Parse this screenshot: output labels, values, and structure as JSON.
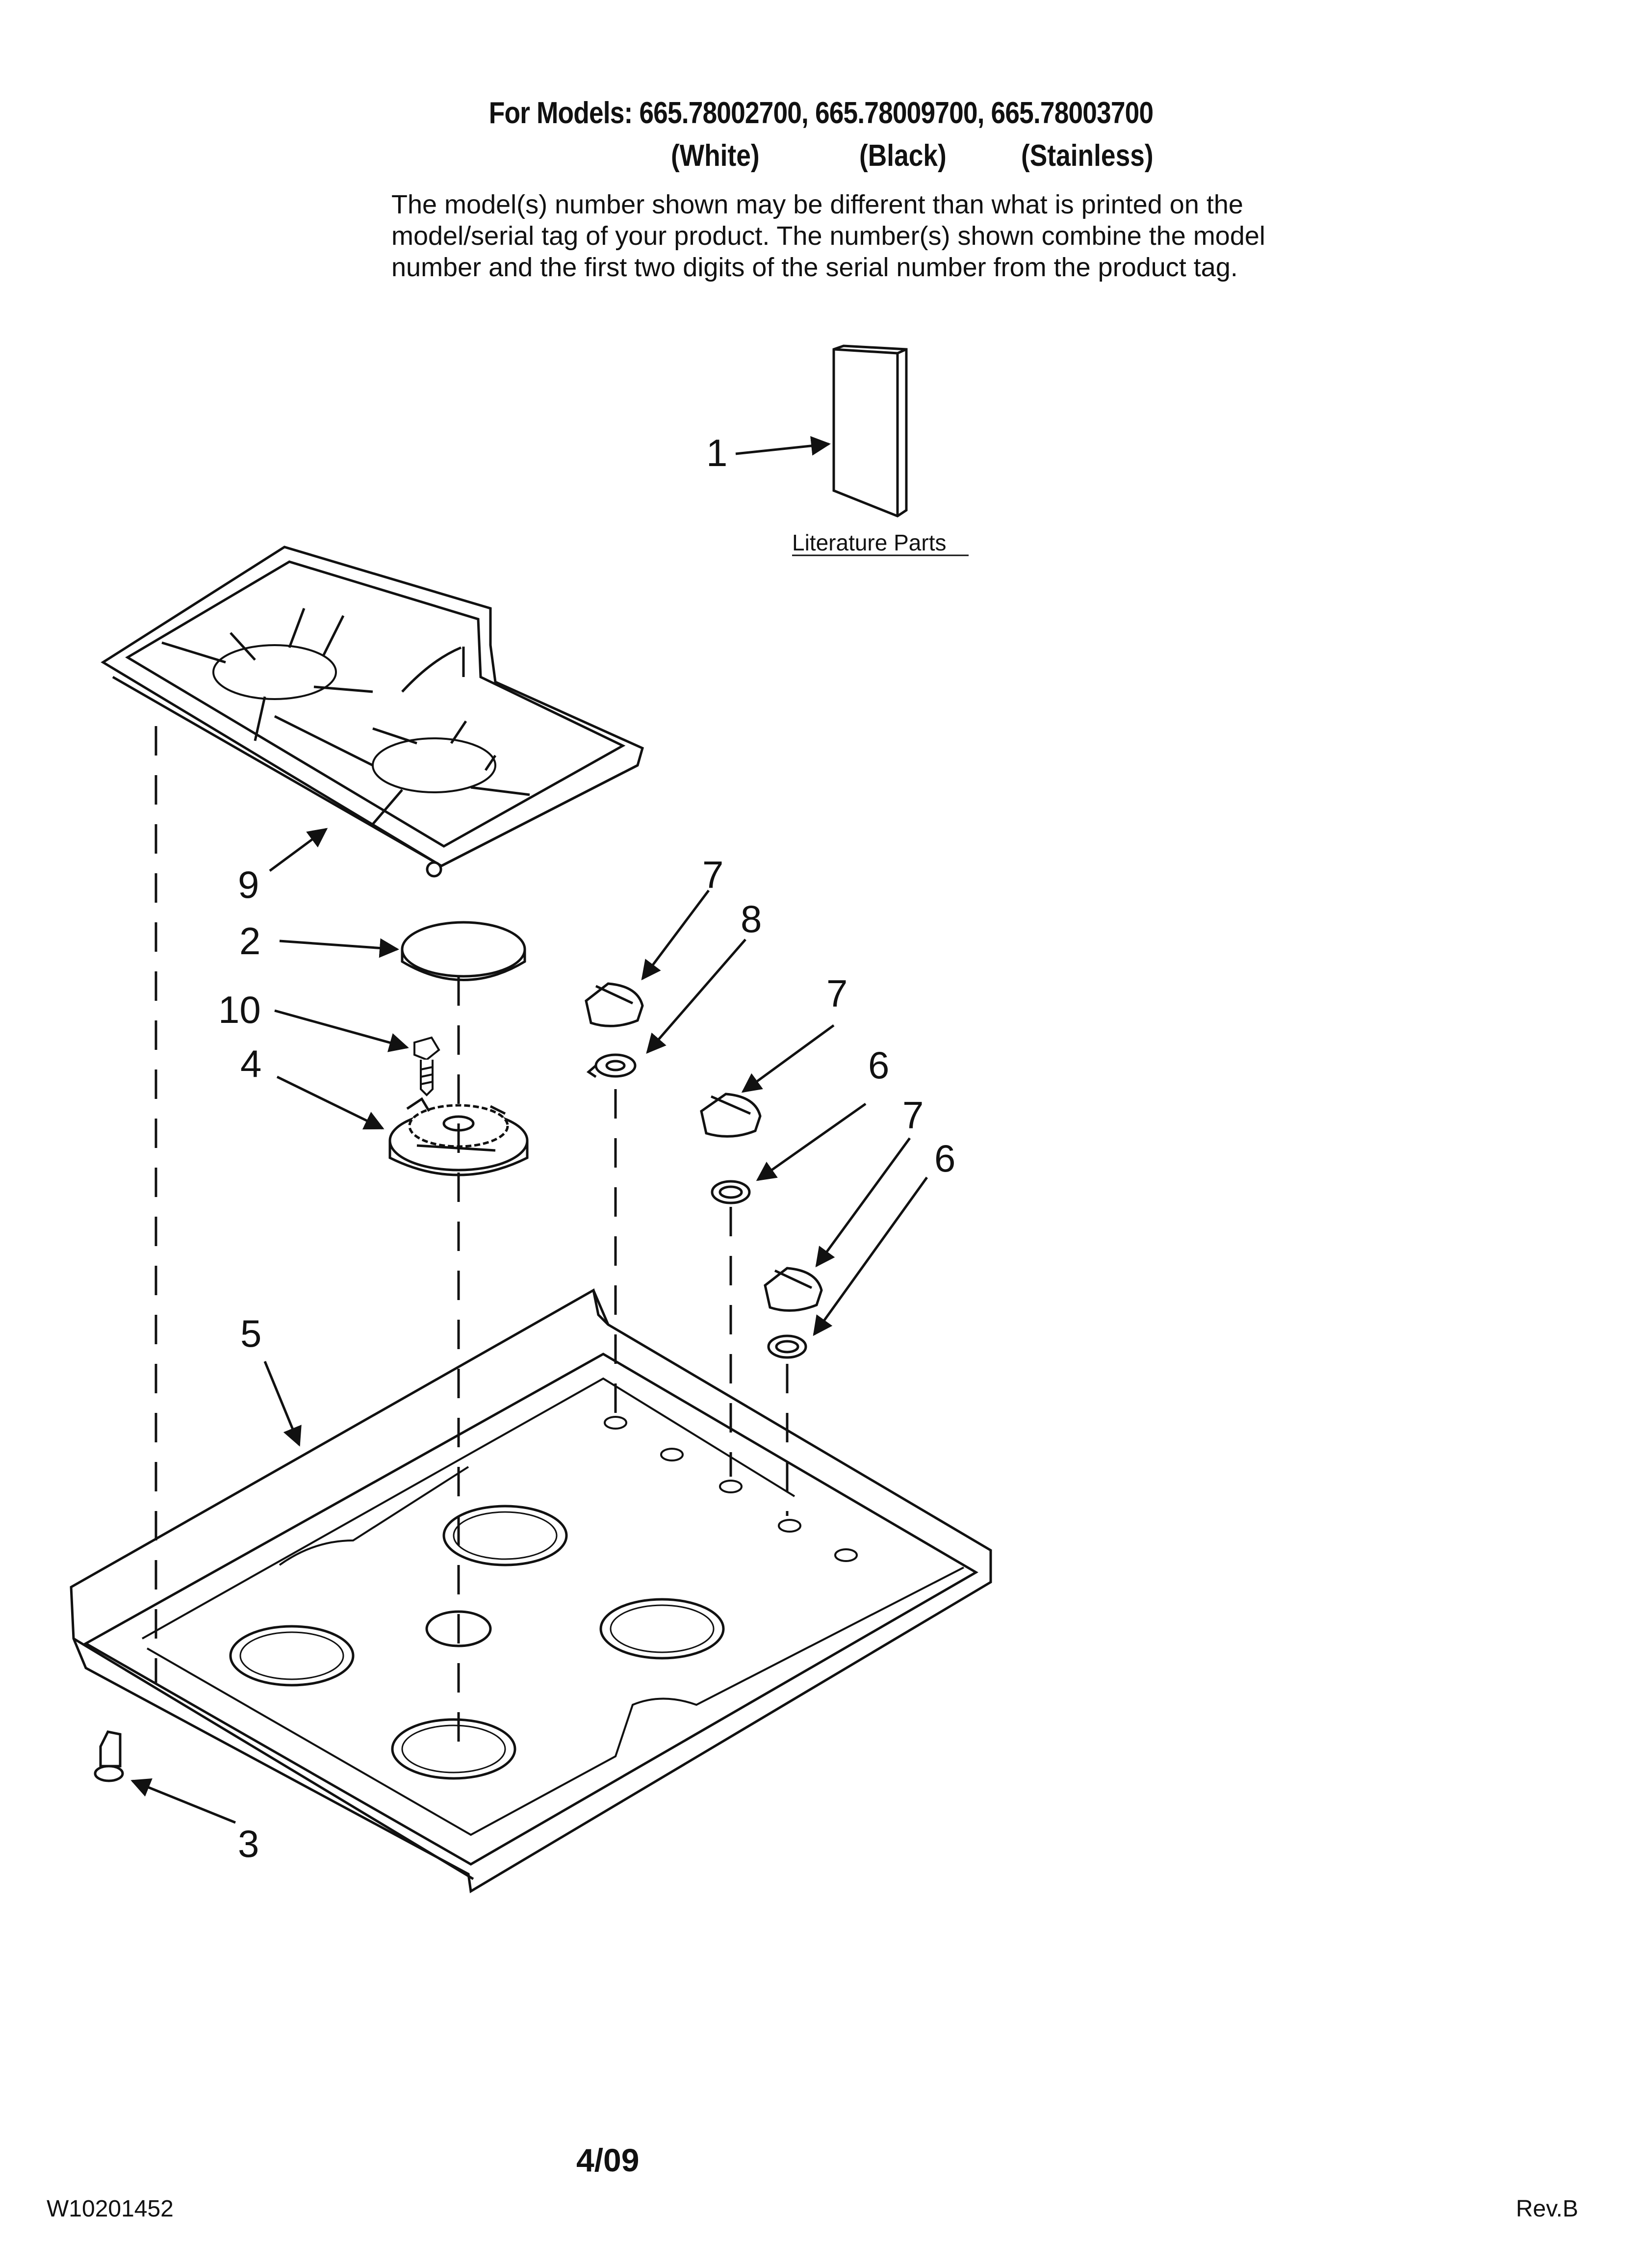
{
  "header": {
    "models_line": "For Models: 665.78002700, 665.78009700, 665.78003700",
    "variants": [
      "(White)",
      "(Black)",
      "(Stainless)"
    ],
    "note_lines": [
      "The model(s) number shown may be different than what is printed on the",
      "model/serial tag of your product. The number(s) shown combine the model",
      "number and the first two digits of the serial number from the product tag."
    ]
  },
  "diagram": {
    "literature_label": "Literature Parts",
    "callouts": {
      "c1": "1",
      "c2": "2",
      "c3": "3",
      "c4": "4",
      "c5": "5",
      "c6a": "6",
      "c6b": "6",
      "c7a": "7",
      "c7b": "7",
      "c7c": "7",
      "c8": "8",
      "c9": "9",
      "c10": "10"
    }
  },
  "footer": {
    "date_code": "4/09",
    "doc_number": "W10201452",
    "revision": "Rev.B"
  }
}
